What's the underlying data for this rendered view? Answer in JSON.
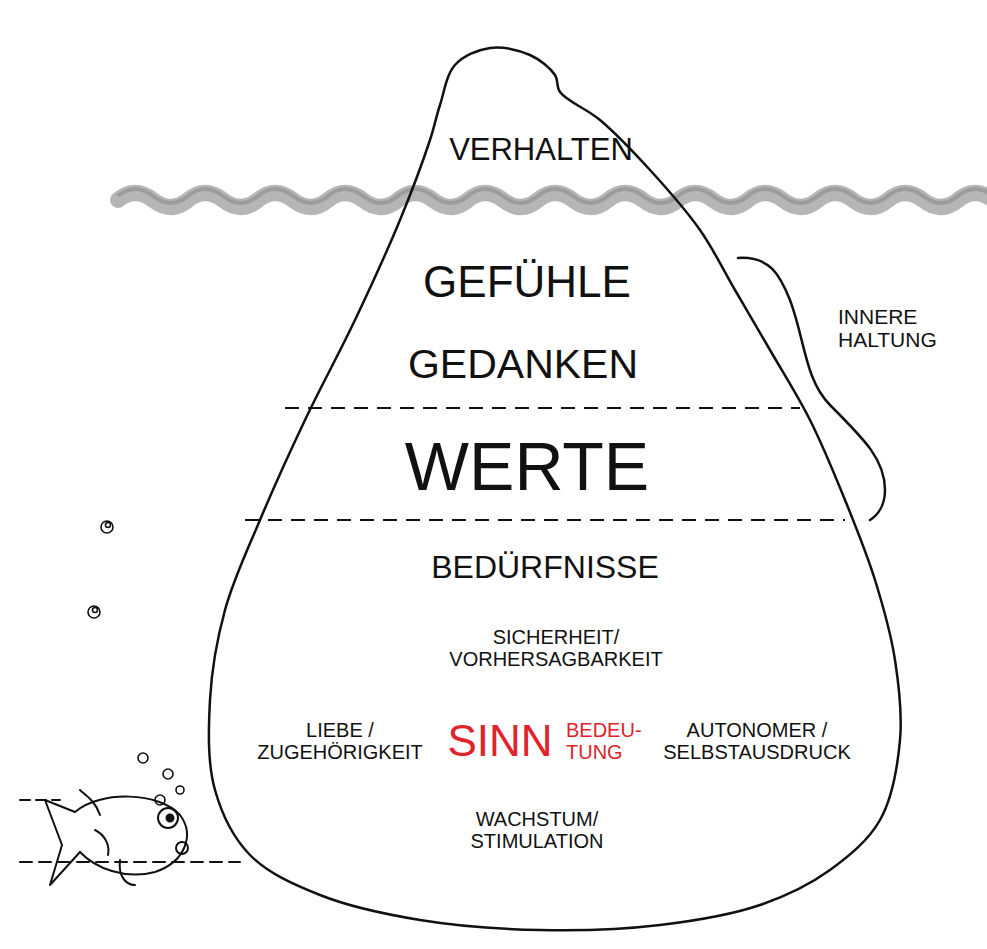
{
  "diagram": {
    "nodes": [
      {
        "text": [
          "VERHALTEN"
        ]
      },
      {
        "text": [
          "GEFÜHLE",
          "GEDANKEN"
        ],
        "in": 0
      },
      {
        "text": [
          "WERTE"
        ],
        "in": 0
      },
      {
        "text": [
          "BEDÜRFNISSE",
          "SICHERHEIT/ VORHERSAGBARKEIT",
          "LIEBE / ZUGEHÖRIGKEIT",
          "SINN",
          "BEDEU- TUNG",
          "AUTONOMER / SELBSTAUSDRUCK",
          "WACHSTUM/ STIMULATION"
        ],
        "in": 0
      }
    ],
    "labels": [
      "INNERE HALTUNG"
    ]
  }
}
